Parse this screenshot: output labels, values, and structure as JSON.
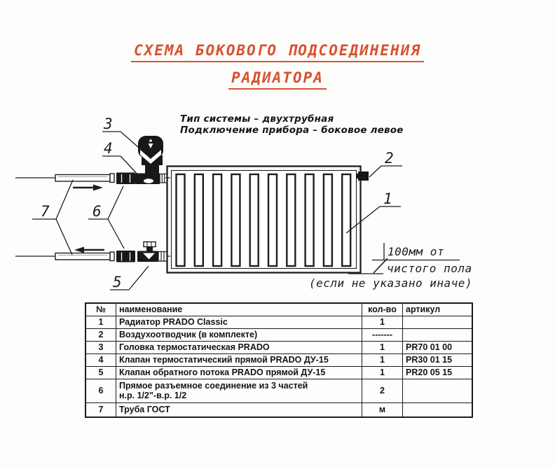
{
  "title": {
    "line1": "СХЕМА БОКОВОГО ПОДСОЕДИНЕНИЯ",
    "line2": "РАДИАТОРА"
  },
  "system_info": {
    "line1": "Тип системы – двухтрубная",
    "line2": "Подключение прибора – боковое левое"
  },
  "drawing": {
    "callouts": {
      "c1": "1",
      "c2": "2",
      "c3": "3",
      "c4": "4",
      "c5": "5",
      "c6": "6",
      "c7": "7"
    },
    "dimension_note": {
      "line1": "100мм от",
      "line2": "чистого пола",
      "line3": "(если не указано иначе)"
    }
  },
  "table": {
    "headers": {
      "num": "№",
      "name": "наименование",
      "qty": "кол-во",
      "article": "артикул"
    },
    "rows": [
      {
        "num": "1",
        "name": "Радиатор PRADO Classic",
        "qty": "1",
        "article": ""
      },
      {
        "num": "2",
        "name": "Воздухоотводчик (в комплекте)",
        "qty": "-------",
        "article": ""
      },
      {
        "num": "3",
        "name": "Головка термостатическая PRADO",
        "qty": "1",
        "article": "PR70 01 00"
      },
      {
        "num": "4",
        "name": "Клапан термостатический прямой PRADO ДУ-15",
        "qty": "1",
        "article": "PR30 01 15"
      },
      {
        "num": "5",
        "name": "Клапан обратного потока PRADO прямой ДУ-15",
        "qty": "1",
        "article": "PR20 05 15"
      },
      {
        "num": "6",
        "name": "Прямое разъемное соединение из 3 частей",
        "name2": "н.р. 1/2\"-в.р. 1/2",
        "qty": "2",
        "article": ""
      },
      {
        "num": "7",
        "name": "Труба ГОСТ",
        "qty": "м",
        "article": ""
      }
    ]
  },
  "colors": {
    "accent": "#d9512f",
    "ink": "#1d1d1d"
  }
}
